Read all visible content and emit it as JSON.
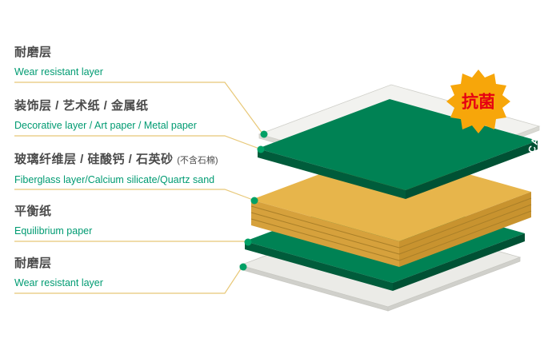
{
  "diagram": {
    "badge_label": "抗菌",
    "brand": "FORCA"
  },
  "labels": [
    {
      "zh": "耐磨层",
      "en": "Wear resistant layer"
    },
    {
      "zh": "装饰层 / 艺术纸 / 金属纸",
      "en": "Decorative layer / Art paper / Metal paper"
    },
    {
      "zh": "玻璃纤维层 / 硅酸钙 / 石英砂",
      "note": "(不含石棉)",
      "en": "Fiberglass layer/Calcium silicate/Quartz sand"
    },
    {
      "zh": "平衡纸",
      "en": "Equilibrium paper"
    },
    {
      "zh": "耐磨层",
      "en": "Wear resistant layer"
    }
  ],
  "colors": {
    "zh_text": "#4a4a4a",
    "en_text": "#009b72",
    "leader": "#e8c878",
    "dot": "#00a065",
    "white_face": "#f2f2ef",
    "white_side": "#d9d9d3",
    "white_edge": "#cfcfc9",
    "gray_face": "#ebebe7",
    "gray_side": "#d0d0cb",
    "green_face": "#008254",
    "green_side_left": "#005c3b",
    "green_side_right": "#005134",
    "yellow_face": "#e7b54b",
    "yellow_side_left": "#d6a13c",
    "yellow_side_right": "#c8932f",
    "yellow_line": "#a97f28",
    "badge_fill": "#f7a60a",
    "badge_text": "#e60012",
    "brand_text": "#ffffff"
  }
}
